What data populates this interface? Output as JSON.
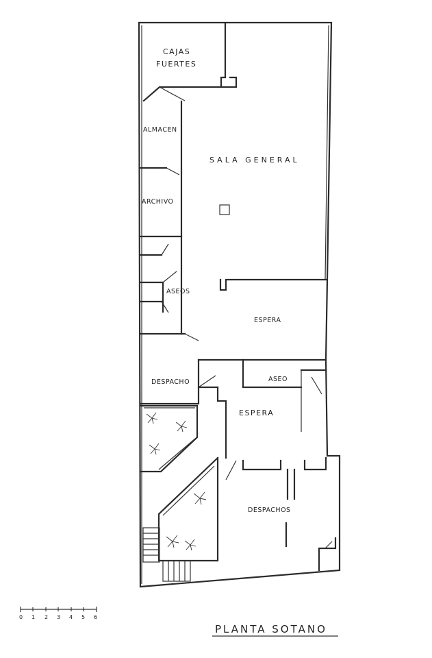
{
  "title": "PLANTA SOTANO",
  "rooms": {
    "cajas_line1": "CAJAS",
    "cajas_line2": "FUERTES",
    "almacen": "ALMACEN",
    "archivo": "ARCHIVO",
    "sala_general": "SALA GENERAL",
    "aseos": "ASEOS",
    "espera_upper": "ESPERA",
    "despacho": "DESPACHO",
    "aseo": "ASEO",
    "espera_lower": "ESPERA",
    "despachos": "DESPACHOS"
  },
  "scale": {
    "ticks": [
      "0",
      "1",
      "2",
      "3",
      "4",
      "5",
      "6"
    ]
  }
}
